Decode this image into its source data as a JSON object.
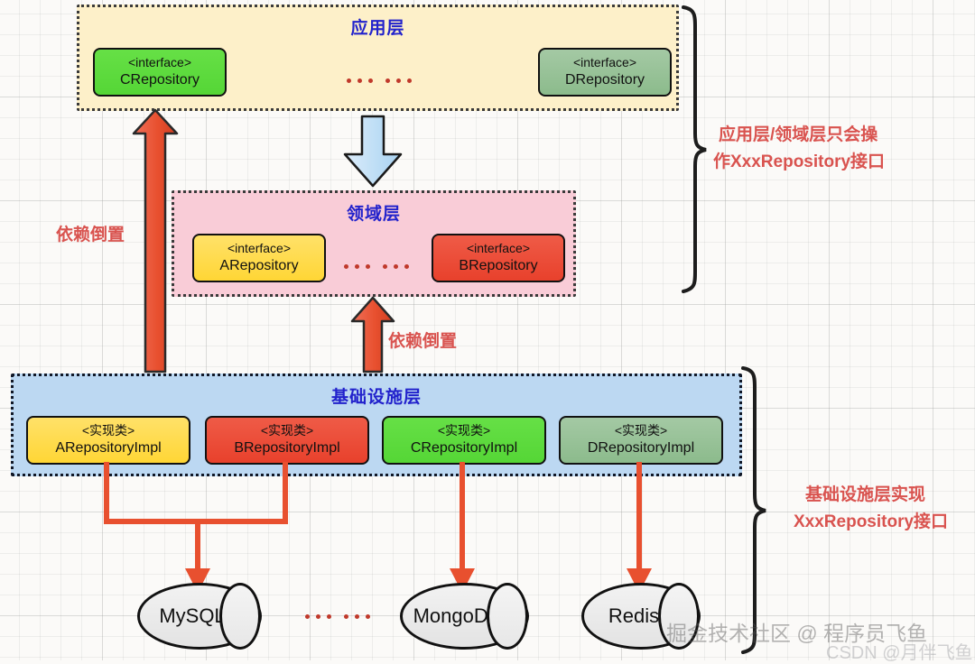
{
  "diagram": {
    "title_app": "应用层",
    "title_domain": "领域层",
    "title_infra": "基础设施层",
    "ellipsis": "···  ···",
    "colors": {
      "app_bg": "#fdf0c9",
      "domain_bg": "#f9ccd7",
      "infra_bg": "#bcd8f2",
      "layer_title": "#2222cc",
      "note_red": "#d9534f",
      "arrow_red": "#e8502f",
      "arrow_blue": "#bcddf5",
      "node_green_bright": "#66e046",
      "node_green_sage": "#a4c9a4",
      "node_yellow": "#ffe169",
      "node_red": "#ef5b47"
    }
  },
  "app_layer": {
    "title": "应用层",
    "nodes": [
      {
        "stereotype": "<interface>",
        "name": "CRepository"
      },
      {
        "stereotype": "<interface>",
        "name": "DRepository"
      }
    ]
  },
  "domain_layer": {
    "title": "领域层",
    "nodes": [
      {
        "stereotype": "<interface>",
        "name": "ARepository"
      },
      {
        "stereotype": "<interface>",
        "name": "BRepository"
      }
    ]
  },
  "infra_layer": {
    "title": "基础设施层",
    "nodes": [
      {
        "stereotype": "<实现类>",
        "name": "ARepositoryImpl"
      },
      {
        "stereotype": "<实现类>",
        "name": "BRepositoryImpl"
      },
      {
        "stereotype": "<实现类>",
        "name": "CRepositoryImpl"
      },
      {
        "stereotype": "<实现类>",
        "name": "DRepositoryImpl"
      }
    ]
  },
  "databases": [
    {
      "name": "MySQL"
    },
    {
      "name": "MongoDB"
    },
    {
      "name": "Redis"
    }
  ],
  "arrow_labels": {
    "dip_left": "依赖倒置",
    "dip_middle": "依赖倒置"
  },
  "annotations": {
    "top": {
      "line1": "应用层/领域层只会操",
      "line2": "作XxxRepository接口"
    },
    "bottom": {
      "line1": "基础设施层实现",
      "line2": "XxxRepository接口"
    }
  },
  "watermarks": {
    "primary": "掘金技术社区 @ 程序员飞鱼",
    "secondary": "CSDN @月伴飞鱼"
  }
}
